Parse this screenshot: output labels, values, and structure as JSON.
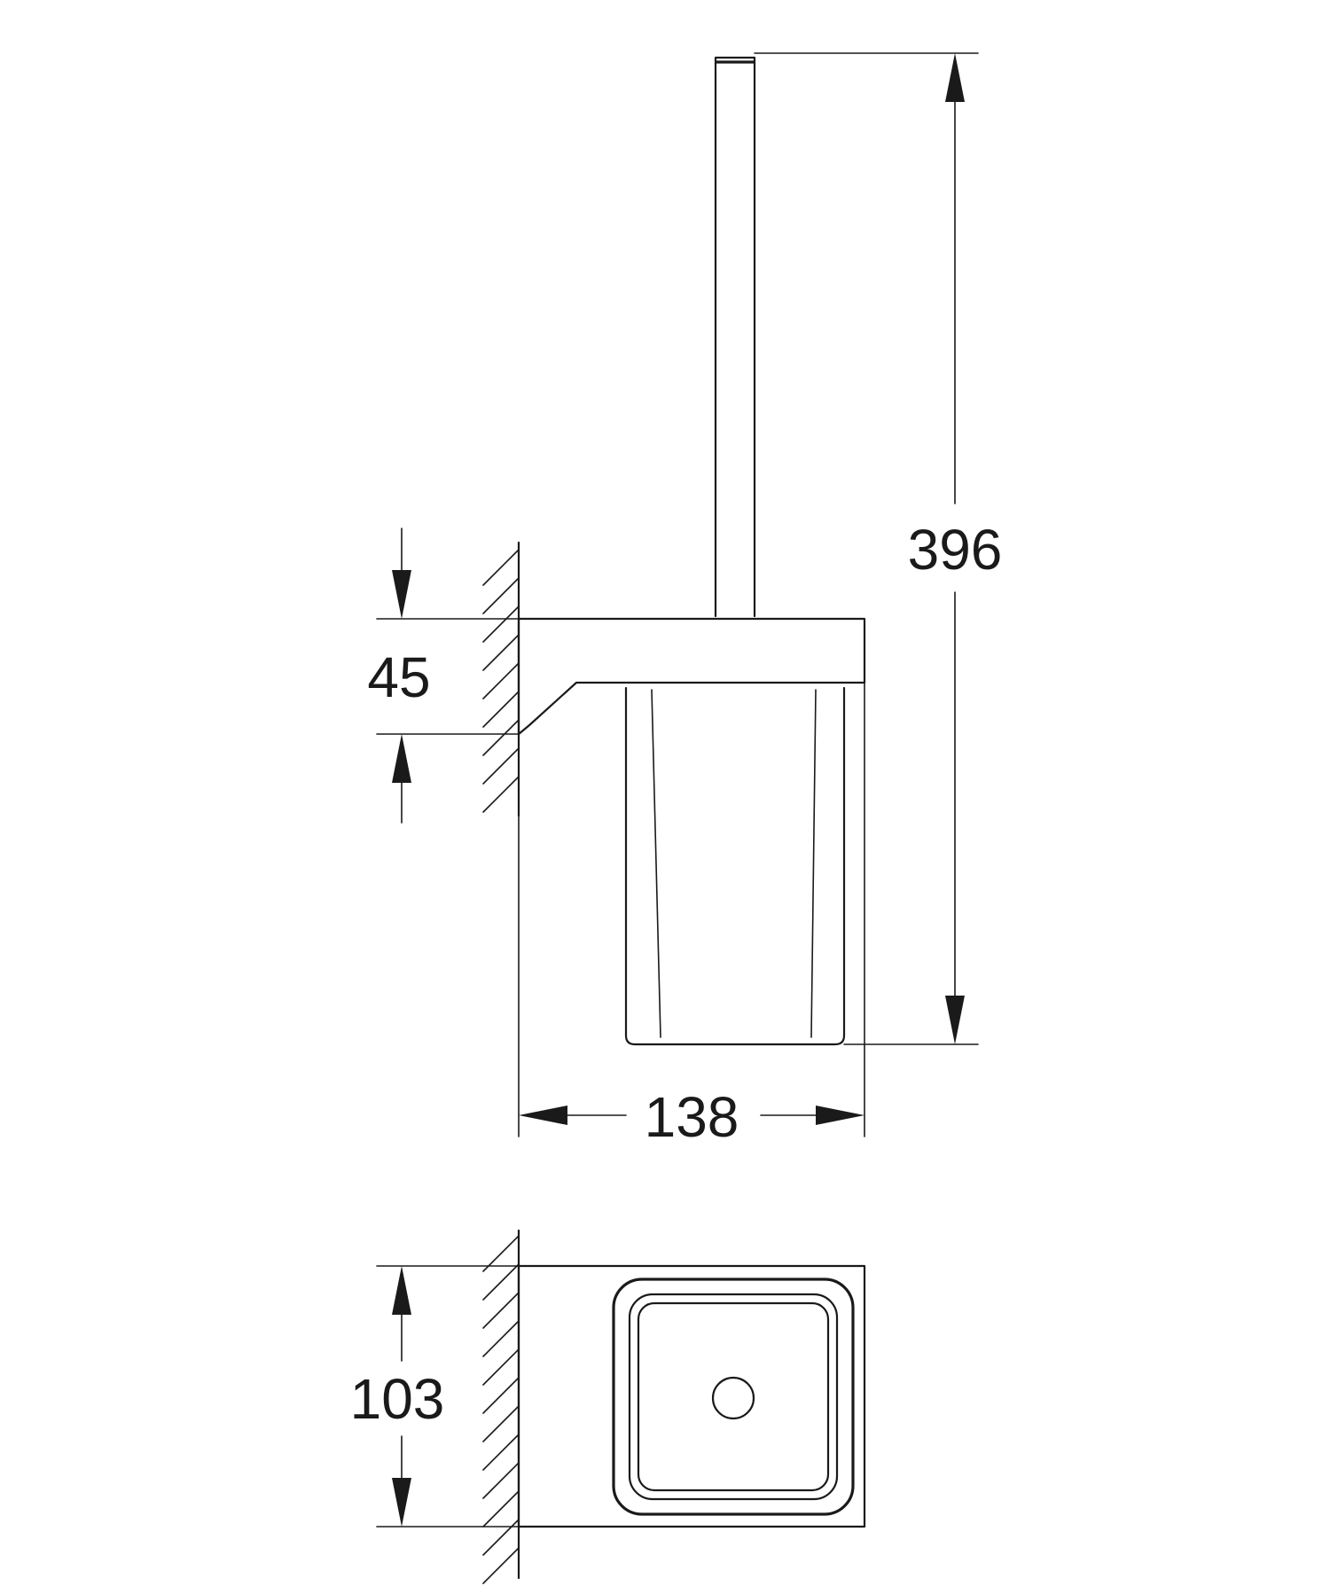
{
  "dimensions": {
    "total_height": "396",
    "mount_height": "45",
    "width": "138",
    "depth": "103"
  },
  "colors": {
    "line": "#1a1a1a",
    "background": "#ffffff"
  }
}
